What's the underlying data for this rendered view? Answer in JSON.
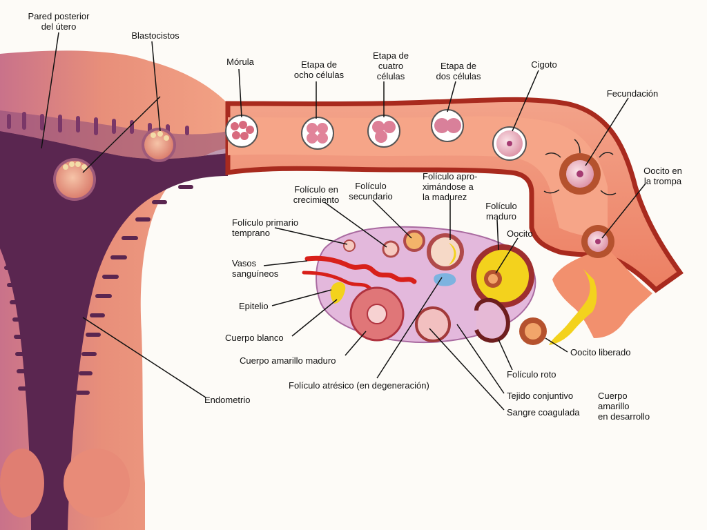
{
  "labels": {
    "pared": "Pared posterior\ndel útero",
    "blastocistos": "Blastocistos",
    "morula": "Mórula",
    "ocho": "Etapa de\nocho células",
    "cuatro": "Etapa de\ncuatro\ncélulas",
    "dos": "Etapa de\ndos células",
    "cigoto": "Cigoto",
    "fecundacion": "Fecundación",
    "oocito_trompa": "Oocito en\nla trompa",
    "foliculo_crecimiento": "Folículo en\ncrecimiento",
    "foliculo_secundario": "Folículo\nsecundario",
    "foliculo_aprox": "Folículo apro-\nximándose a\nla madurez",
    "foliculo_maduro": "Folículo\nmaduro",
    "oocito": "Oocito",
    "foliculo_primario": "Folículo primario\ntemprano",
    "vasos": "Vasos\nsanguíneos",
    "epitelio": "Epitelio",
    "cuerpo_blanco": "Cuerpo blanco",
    "cuerpo_amarillo_maduro": "Cuerpo amarillo maduro",
    "foliculo_atresico": "Folículo atrésico (en degeneración)",
    "endometrio": "Endometrio",
    "oocito_liberado": "Oocito liberado",
    "foliculo_roto": "Folículo roto",
    "tejido": "Tejido conjuntivo",
    "sangre": "Sangre coagulada",
    "cuerpo_desarrollo": "Cuerpo\namarillo\nen desarrollo"
  },
  "colors": {
    "uterus_outer": "#e8937a",
    "uterus_cavity": "#5b2a55",
    "tube": "#f08a68",
    "ovary": "#e3b8dc",
    "follicle": "#c0405a",
    "yellow": "#f3d21d",
    "vessel": "#d8201a"
  }
}
